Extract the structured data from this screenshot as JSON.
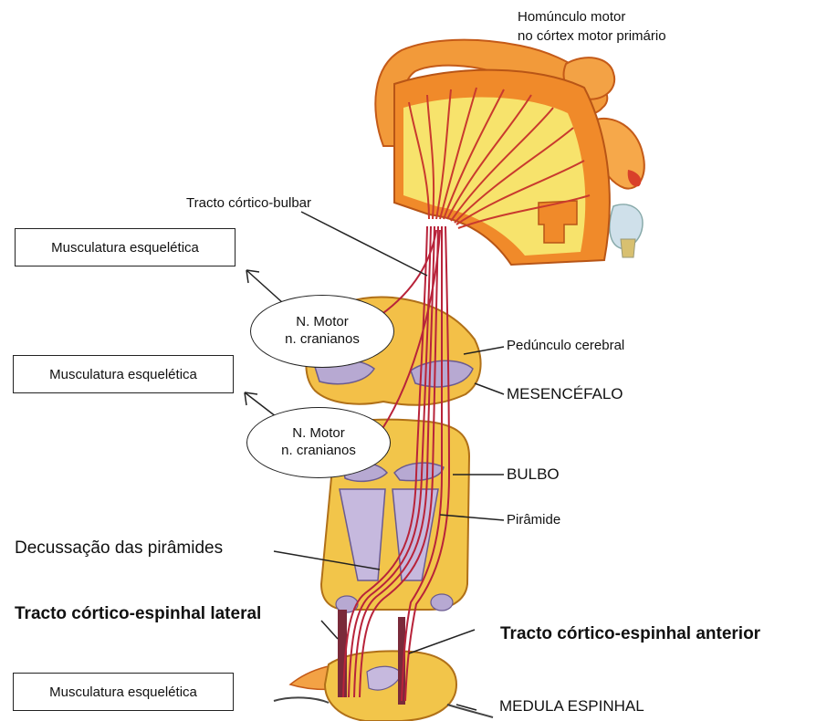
{
  "labels": {
    "homunculus_line1": "Homúnculo motor",
    "homunculus_line2": "no córtex motor primário",
    "corticobulbar": "Tracto córtico-bulbar",
    "peduncle": "Pedúnculo cerebral",
    "midbrain": "MESENCÉFALO",
    "medulla": "BULBO",
    "pyramid": "Pirâmide",
    "decussation": "Decussação das pirâmides",
    "lateral_tract": "Tracto córtico-espinhal lateral",
    "anterior_tract": "Tracto córtico-espinhal anterior",
    "spinal_cord": "MEDULA ESPINHAL"
  },
  "boxes": {
    "muscle_1": "Musculatura esquelética",
    "muscle_2": "Musculatura esquelética",
    "muscle_3": "Musculatura esquelética"
  },
  "nuclei": {
    "upper": {
      "line1": "N. Motor",
      "line2": "n. cranianos"
    },
    "lower": {
      "line1": "N. Motor",
      "line2": "n. cranianos"
    }
  },
  "colors": {
    "cortex_orange": "#ee8a2a",
    "white_matter": "#f6e36a",
    "tract_red": "#b8233a",
    "pyramid_lilac": "#b5a8cf",
    "brainstem_yellow": "#f2c54a"
  }
}
